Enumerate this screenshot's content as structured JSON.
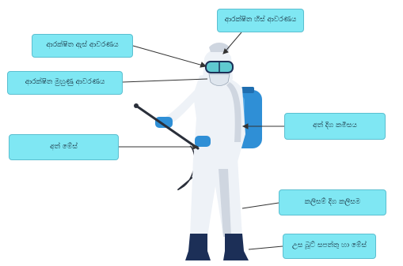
{
  "labels": {
    "head_cover": "ආරක්ෂිත හිස් ආවරණය",
    "goggles": "ආරක්ෂිත ඇස් ආවරණය",
    "face_mask": "ආරක්ෂිත මුහුණු ආවරණය",
    "gown": "අත් දිග කමිසය",
    "gloves": "අත් මේස්",
    "trousers": "කලිසම් දිග කලිසම",
    "boots": "උස බූට් සපත්තු හා මේස්"
  },
  "colors": {
    "label_fill": "#7fe7f3",
    "label_border": "#5bbfd0",
    "suit": "#eef2f7",
    "suit_shade": "#cfd6e0",
    "accent_blue": "#2f8fd6",
    "boot_navy": "#1c2f57",
    "goggle_teal": "#5fc9d0",
    "sprayer": "#2a2f3a",
    "leader_line": "#333333"
  }
}
